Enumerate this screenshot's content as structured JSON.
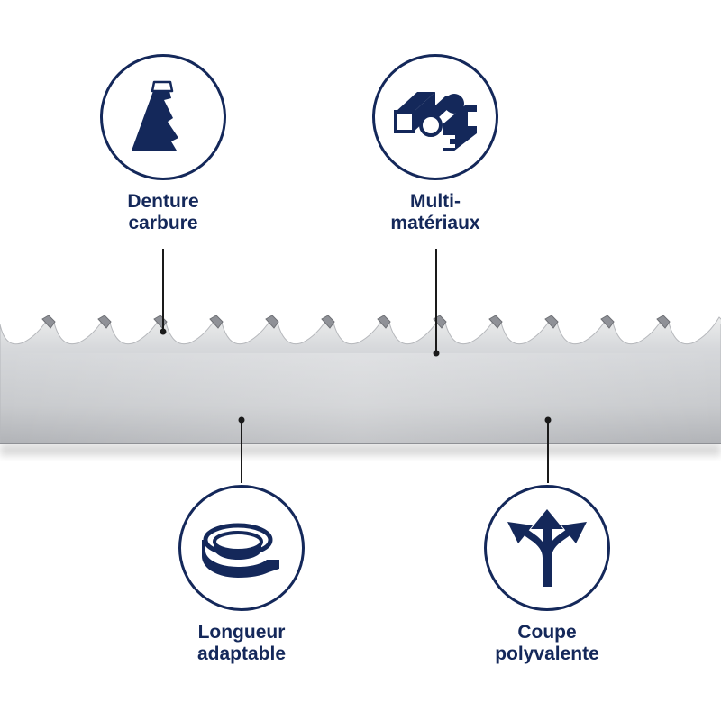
{
  "colors": {
    "brand": "#14285a",
    "leader_line": "#1a1a1a",
    "blade_light": "#dcdde0",
    "blade_dark": "#a4a6ab"
  },
  "features": [
    {
      "id": "denture",
      "icon": "carbide-tooth-icon",
      "lines": [
        "Denture",
        "carbure"
      ]
    },
    {
      "id": "multi",
      "icon": "materials-profiles-icon",
      "lines": [
        "Multi-",
        "matériaux"
      ]
    },
    {
      "id": "longueur",
      "icon": "coiled-band-icon",
      "lines": [
        "Longueur",
        "adaptable"
      ]
    },
    {
      "id": "coupe",
      "icon": "multi-direction-arrows-icon",
      "lines": [
        "Coupe",
        "polyvalente"
      ]
    }
  ]
}
